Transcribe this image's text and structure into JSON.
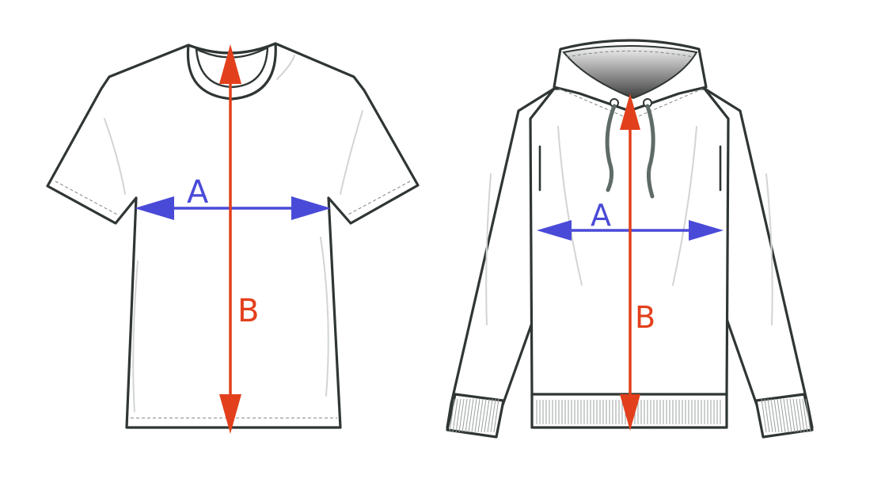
{
  "garments": [
    {
      "name": "t-shirt",
      "width_label": "A",
      "length_label": "B"
    },
    {
      "name": "hoodie",
      "width_label": "A",
      "length_label": "B"
    }
  ],
  "colors": {
    "width_arrow": "#4a4ad8",
    "length_arrow": "#e2401c",
    "outline": "#2f3633",
    "background": "#ffffff"
  }
}
